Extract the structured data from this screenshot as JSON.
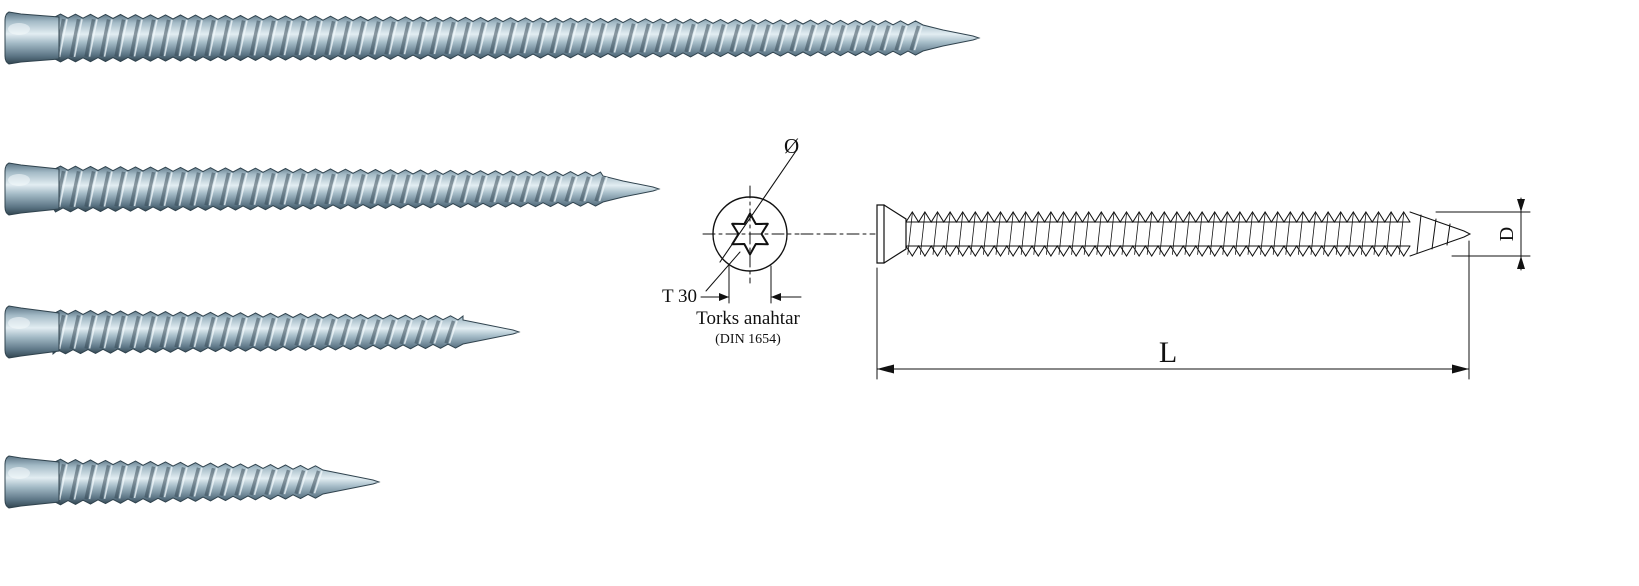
{
  "page": {
    "background": "#ffffff"
  },
  "photos": {
    "items": [
      {
        "label": "screw-photo-longest"
      },
      {
        "label": "screw-photo-long"
      },
      {
        "label": "screw-photo-medium"
      },
      {
        "label": "screw-photo-short"
      }
    ],
    "colors": {
      "light": "#e2edf2",
      "mid": "#a3bac6",
      "dark": "#5b7484",
      "edge": "#31444f"
    }
  },
  "drawing": {
    "diameter_symbol": "Ø",
    "drive_label": "T 30",
    "wrench_label": "Torks anahtar",
    "standard_label": "(DIN 1654)",
    "length_label": "L",
    "diameter_label": "D",
    "line_color": "#111111"
  }
}
